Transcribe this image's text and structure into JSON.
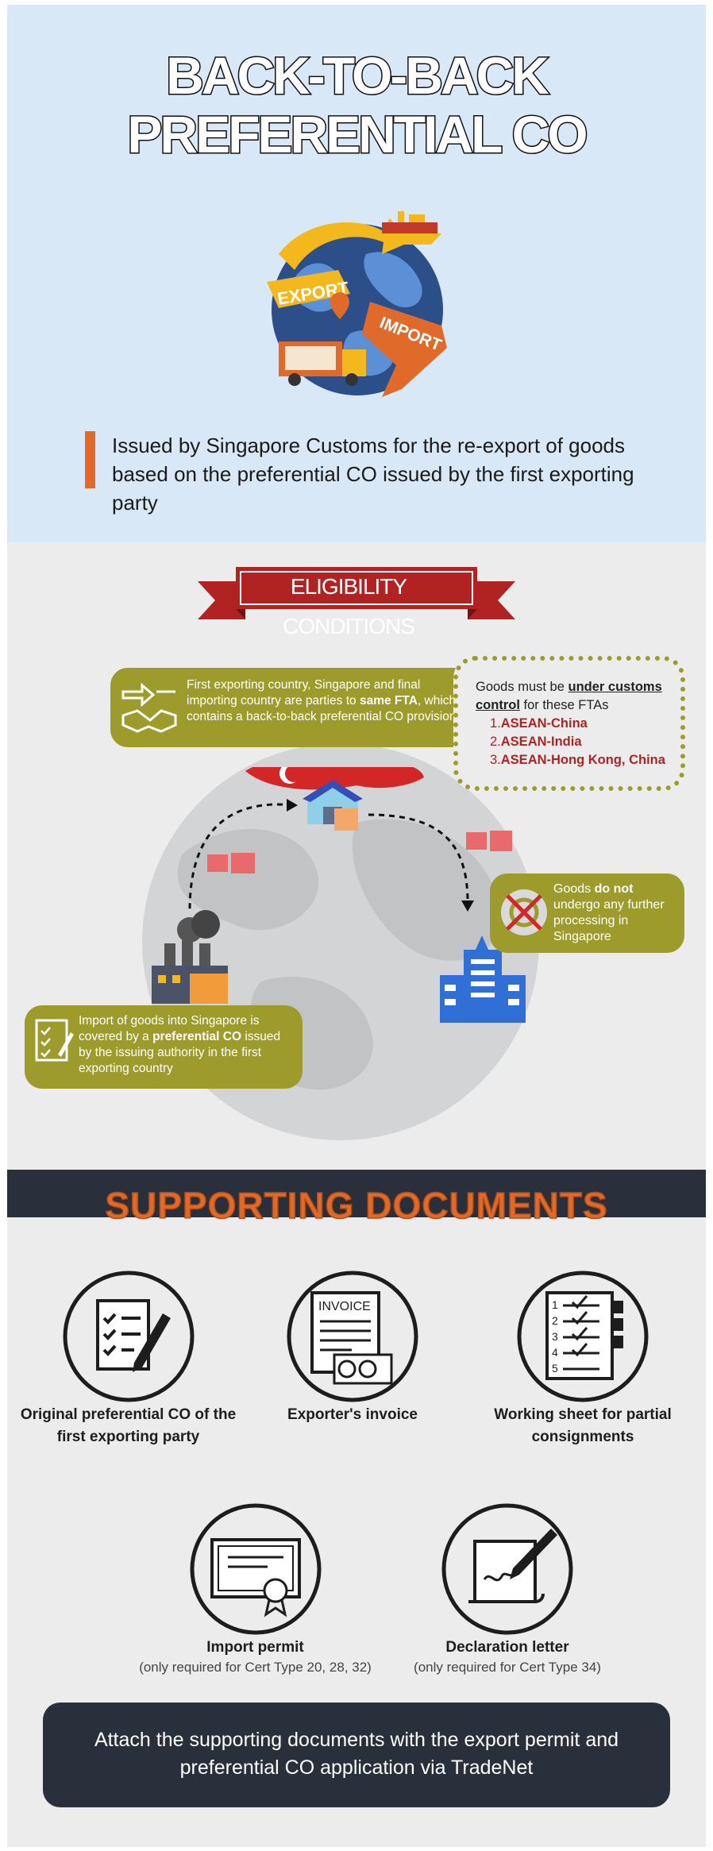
{
  "title": {
    "line1": "BACK-TO-BACK",
    "line2": "PREFERENTIAL CO"
  },
  "globe": {
    "export_label": "EXPORT",
    "import_label": "IMPORT"
  },
  "intro": "Issued by Singapore Customs for the re-export of goods based on the preferential CO issued by the first exporting party",
  "eligibility": {
    "heading": "ELIGIBILITY CONDITIONS",
    "fta": {
      "text_before": "First exporting country, Singapore and final importing country are parties to ",
      "bold": "same FTA",
      "text_after": ", which contains a back-to-back preferential CO provision"
    },
    "customs": {
      "text_before": "Goods must be ",
      "bold": "under customs control",
      "text_after": " for these FTAs",
      "ftas": [
        {
          "num": "1.",
          "name": "ASEAN-China"
        },
        {
          "num": "2.",
          "name": "ASEAN-India"
        },
        {
          "num": "3.",
          "name": "ASEAN-Hong Kong, China"
        }
      ]
    },
    "processing": {
      "text_before": "Goods ",
      "bold": "do not",
      "text_after": " undergo any further processing in Singapore"
    },
    "import": {
      "text_before": "Import of goods into Singapore is covered by a ",
      "bold": "preferential CO",
      "text_after": " issued by the issuing authority in the first exporting country"
    }
  },
  "supporting": {
    "heading": "SUPPORTING DOCUMENTS",
    "invoice_icon_text": "INVOICE",
    "checklist_numbers": [
      "1",
      "2",
      "3",
      "4",
      "5"
    ],
    "documents": [
      {
        "label": "Original preferential CO of the first exporting party",
        "note": ""
      },
      {
        "label": "Exporter's invoice",
        "note": ""
      },
      {
        "label": "Working sheet for partial consignments",
        "note": ""
      },
      {
        "label": "Import permit",
        "note": "(only required for Cert Type 20, 28, 32)"
      },
      {
        "label": "Declaration letter",
        "note": "(only required for Cert Type 34)"
      }
    ],
    "cta": "Attach the supporting documents with the export permit and preferential CO application via TradeNet"
  },
  "colors": {
    "hero_bg": "#d8e8f6",
    "accent_orange": "#e06a2a",
    "olive": "#9e9b2d",
    "ribbon_red": "#b12323",
    "navy": "#2a2f3c"
  }
}
